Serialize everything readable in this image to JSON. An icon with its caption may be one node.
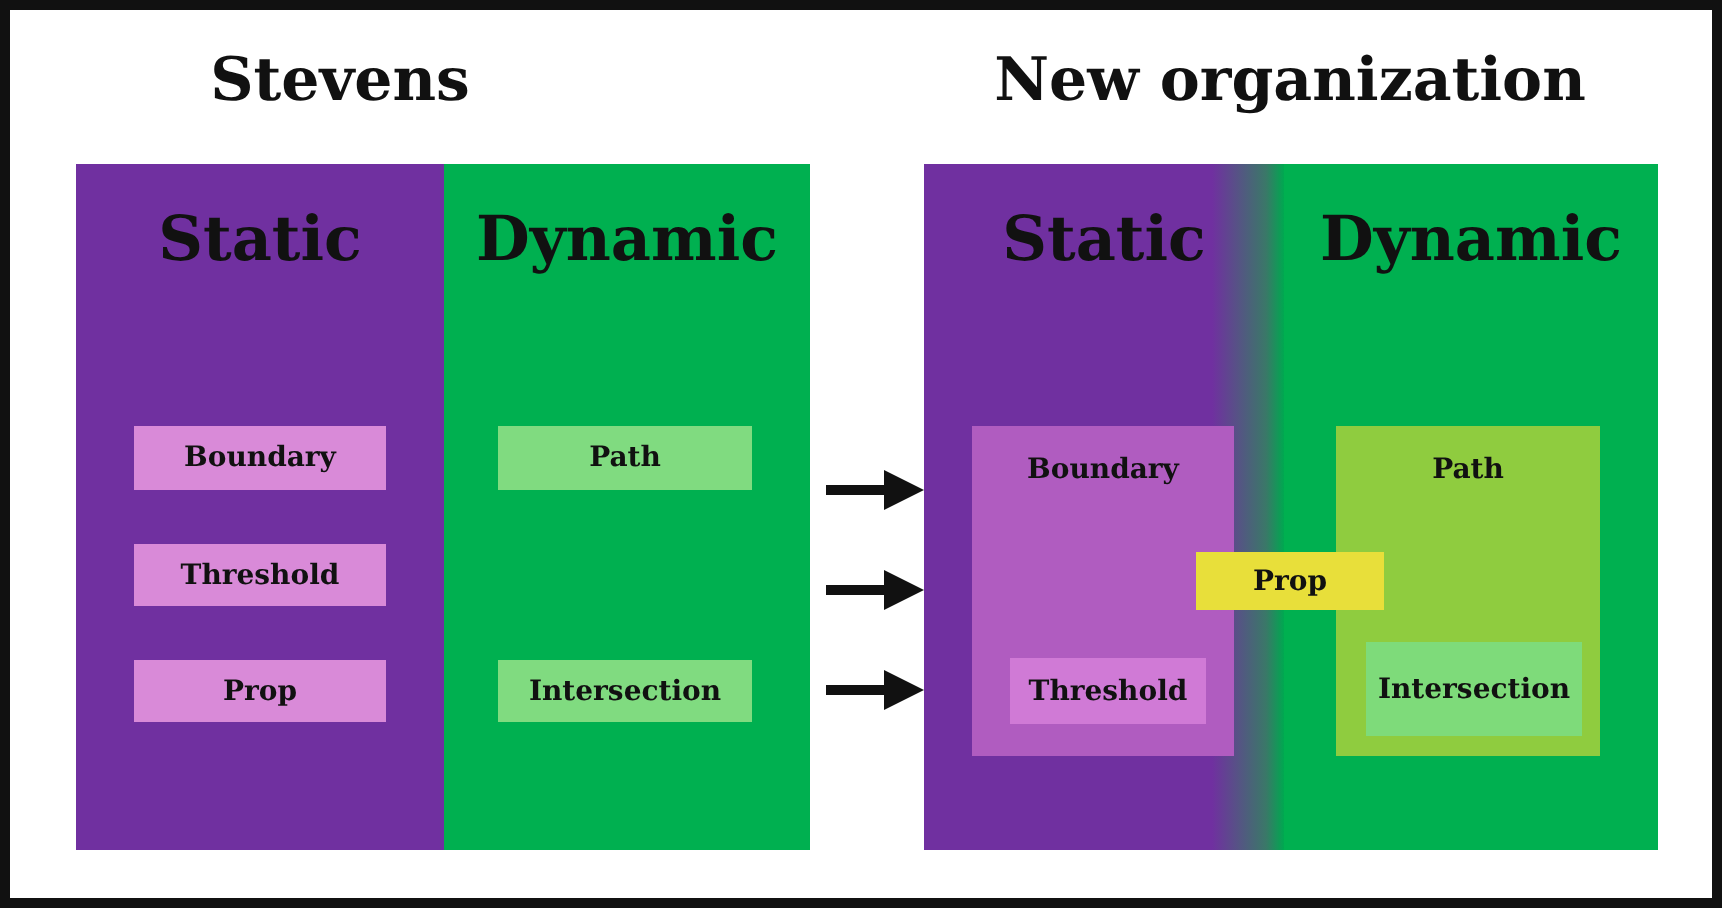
{
  "diagram": {
    "nodes": [
      {
        "text": [
          "Static"
        ]
      },
      {
        "text": [
          "Dynamic"
        ]
      },
      {
        "text": [
          "Boundary"
        ],
        "in": 0
      },
      {
        "text": [
          "Threshold"
        ],
        "in": 0
      },
      {
        "text": [
          "Prop"
        ],
        "in": 0
      },
      {
        "text": [
          "Path"
        ],
        "in": 1
      },
      {
        "text": [
          "Intersection"
        ],
        "in": 1
      },
      {
        "text": [
          "Static"
        ]
      },
      {
        "text": [
          "Dynamic"
        ]
      },
      {
        "text": [
          "Boundary"
        ],
        "in": 7
      },
      {
        "text": [
          "Threshold"
        ],
        "in": 9
      },
      {
        "text": [
          "Path"
        ],
        "in": 8
      },
      {
        "text": [
          "Intersection"
        ],
        "in": 11
      },
      {
        "text": [
          "Prop"
        ]
      }
    ],
    "edges": [
      {
        "from": 1,
        "to": 7,
        "arrow": "to"
      },
      {
        "from": 1,
        "to": 7,
        "arrow": "to"
      },
      {
        "from": 1,
        "to": 7,
        "arrow": "to"
      }
    ],
    "labels": [
      "Stevens",
      "New organization"
    ]
  }
}
